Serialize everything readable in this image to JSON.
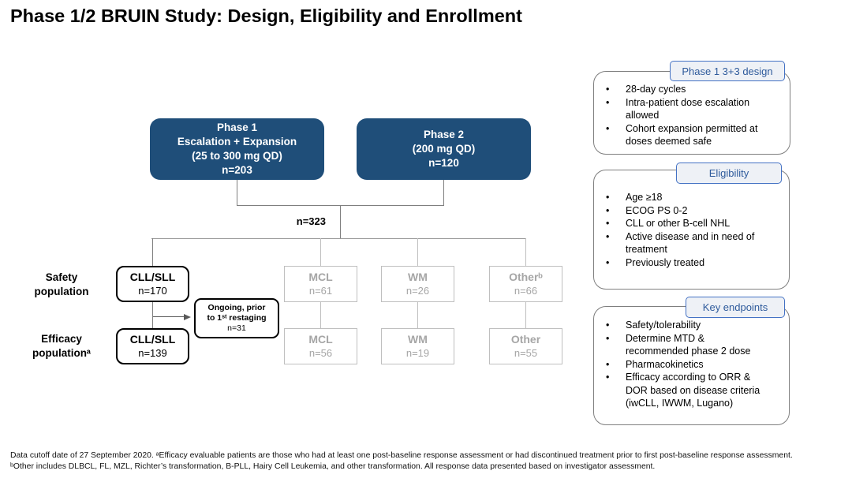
{
  "title": "Phase 1/2 BRUIN Study: Design, Eligibility and Enrollment",
  "colors": {
    "phase_box_fill": "#1F4E79",
    "phase_box_text": "#FFFFFF",
    "tab_border": "#4472C4",
    "tab_fill": "#EEF1F6",
    "tab_text": "#2F5B9C",
    "muted_text": "#A6A6A6",
    "muted_border": "#BFBFBF",
    "connector_gray": "#7F7F7F"
  },
  "flow": {
    "phase1": {
      "lines": [
        "Phase 1",
        "Escalation + Expansion",
        "(25 to 300 mg QD)",
        "n=203"
      ]
    },
    "phase2": {
      "lines": [
        "Phase 2",
        "(200 mg QD)",
        "n=120"
      ]
    },
    "total_label": "n=323",
    "safety_label_line1": "Safety",
    "safety_label_line2": "population",
    "efficacy_label_line1": "Efficacy",
    "efficacy_label_line2": "populationᵃ",
    "safety_row": [
      {
        "name": "CLL/SLL",
        "n": "n=170"
      },
      {
        "name": "MCL",
        "n": "n=61"
      },
      {
        "name": "WM",
        "n": "n=26"
      },
      {
        "name": "Otherᵇ",
        "n": "n=66"
      }
    ],
    "efficacy_row": [
      {
        "name": "CLL/SLL",
        "n": "n=139"
      },
      {
        "name": "MCL",
        "n": "n=56"
      },
      {
        "name": "WM",
        "n": "n=19"
      },
      {
        "name": "Other",
        "n": "n=55"
      }
    ],
    "ongoing_note": {
      "line1": "Ongoing, prior",
      "line2": "to 1ˢᵗ restaging",
      "n": "n=31"
    }
  },
  "callouts": [
    {
      "header": "Phase 1 3+3 design",
      "bullets": [
        "28-day cycles",
        "Intra-patient dose escalation\nallowed",
        "Cohort expansion permitted at\ndoses deemed safe"
      ]
    },
    {
      "header": "Eligibility",
      "bullets": [
        "Age ≥18",
        "ECOG PS 0-2",
        "CLL or other B-cell NHL",
        "Active disease and in need of\ntreatment",
        "Previously treated"
      ]
    },
    {
      "header": "Key endpoints",
      "bullets": [
        "Safety/tolerability",
        "Determine MTD &\nrecommended phase 2 dose",
        "Pharmacokinetics",
        "Efficacy according to ORR &\nDOR based on disease criteria\n(iwCLL, IWWM, Lugano)"
      ]
    }
  ],
  "footnotes": {
    "line1": "Data cutoff date of 27 September 2020. ᵃEfficacy evaluable patients are those who had at least one post-baseline response assessment or had discontinued treatment prior to first post-baseline response assessment.",
    "line2": "ᵇOther includes DLBCL, FL, MZL, Richter’s transformation, B-PLL, Hairy Cell Leukemia, and other transformation. All response data presented based on investigator assessment."
  }
}
